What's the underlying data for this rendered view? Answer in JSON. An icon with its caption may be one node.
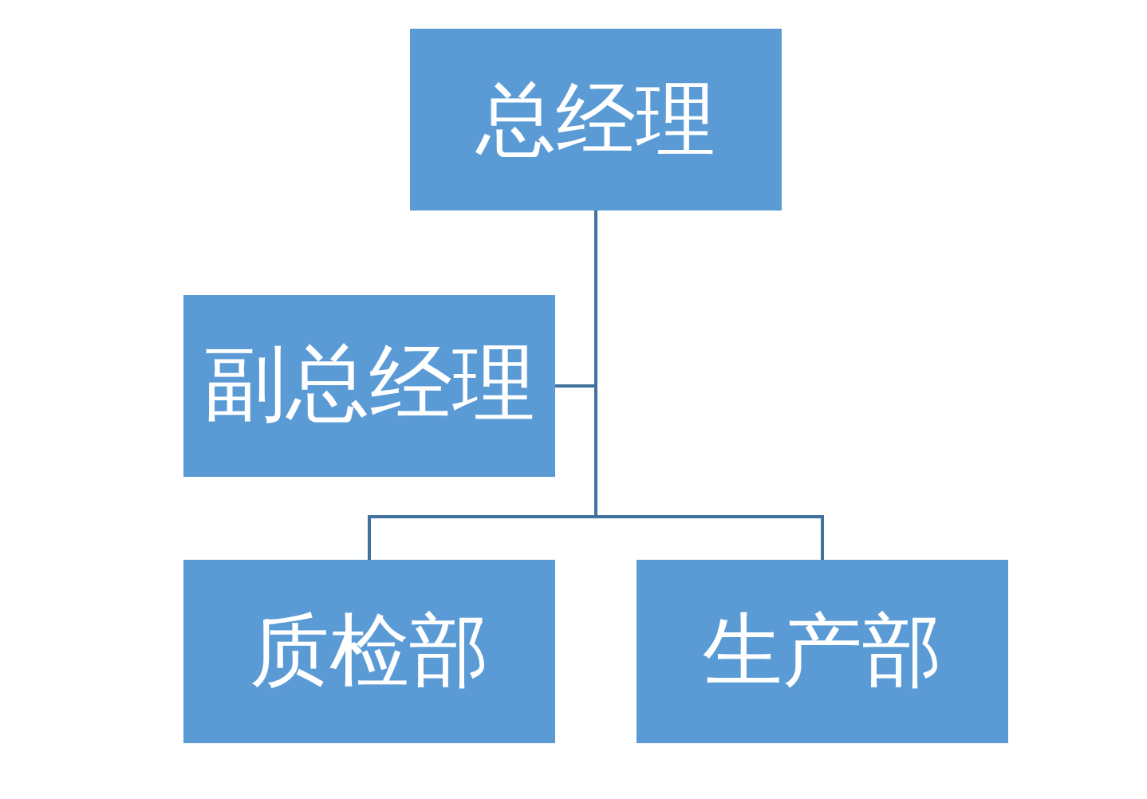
{
  "diagram": {
    "nodes": [
      {
        "text": [
          "总经理"
        ]
      },
      {
        "text": [
          "副总经理"
        ]
      },
      {
        "text": [
          "质检部"
        ]
      },
      {
        "text": [
          "生产部"
        ]
      }
    ],
    "edges": [
      {
        "from": 0,
        "to": 1,
        "arrow": "none"
      },
      {
        "from": 0,
        "to": 2,
        "arrow": "none"
      },
      {
        "from": 0,
        "to": 3,
        "arrow": "none"
      }
    ]
  }
}
